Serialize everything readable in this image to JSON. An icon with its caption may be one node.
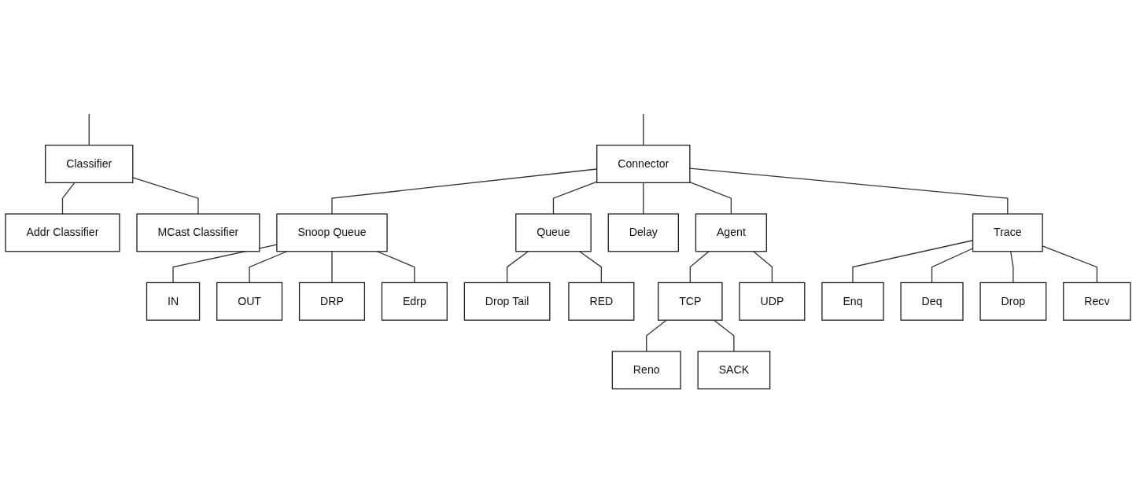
{
  "diagram": {
    "nodes": [
      {
        "text": [
          "Connector"
        ]
      },
      {
        "text": [
          "Classifier"
        ]
      },
      {
        "text": [
          "Snoop Queue"
        ]
      },
      {
        "text": [
          "Queue"
        ]
      },
      {
        "text": [
          "Delay"
        ]
      },
      {
        "text": [
          "Agent"
        ]
      },
      {
        "text": [
          "Trace"
        ]
      },
      {
        "text": [
          "Addr Classifier"
        ]
      },
      {
        "text": [
          "MCast Classifier"
        ]
      },
      {
        "text": [
          "IN"
        ]
      },
      {
        "text": [
          "OUT"
        ]
      },
      {
        "text": [
          "DRP"
        ]
      },
      {
        "text": [
          "Edrp"
        ]
      },
      {
        "text": [
          "Drop Tail"
        ]
      },
      {
        "text": [
          "RED"
        ]
      },
      {
        "text": [
          "TCP"
        ]
      },
      {
        "text": [
          "UDP"
        ]
      },
      {
        "text": [
          "Enq"
        ]
      },
      {
        "text": [
          "Deq"
        ]
      },
      {
        "text": [
          "Drop"
        ]
      },
      {
        "text": [
          "Recv"
        ]
      },
      {
        "text": [
          "Reno"
        ]
      },
      {
        "text": [
          "SACK"
        ]
      }
    ],
    "edges": [
      {
        "from": null,
        "to": 0,
        "arrow": "none"
      },
      {
        "from": null,
        "to": 1,
        "arrow": "none"
      },
      {
        "from": 0,
        "to": 2,
        "arrow": "none"
      },
      {
        "from": 0,
        "to": 3,
        "arrow": "none"
      },
      {
        "from": 0,
        "to": 4,
        "arrow": "none"
      },
      {
        "from": 0,
        "to": 5,
        "arrow": "none"
      },
      {
        "from": 0,
        "to": 6,
        "arrow": "none"
      },
      {
        "from": 1,
        "to": 7,
        "arrow": "none"
      },
      {
        "from": 1,
        "to": 8,
        "arrow": "none"
      },
      {
        "from": 2,
        "to": 9,
        "arrow": "none"
      },
      {
        "from": 2,
        "to": 10,
        "arrow": "none"
      },
      {
        "from": 2,
        "to": 11,
        "arrow": "none"
      },
      {
        "from": 2,
        "to": 12,
        "arrow": "none"
      },
      {
        "from": 3,
        "to": 13,
        "arrow": "none"
      },
      {
        "from": 3,
        "to": 14,
        "arrow": "none"
      },
      {
        "from": 5,
        "to": 15,
        "arrow": "none"
      },
      {
        "from": 5,
        "to": 16,
        "arrow": "none"
      },
      {
        "from": 6,
        "to": 17,
        "arrow": "none"
      },
      {
        "from": 6,
        "to": 18,
        "arrow": "none"
      },
      {
        "from": 6,
        "to": 19,
        "arrow": "none"
      },
      {
        "from": 6,
        "to": 20,
        "arrow": "none"
      },
      {
        "from": 15,
        "to": 21,
        "arrow": "none"
      },
      {
        "from": 15,
        "to": 22,
        "arrow": "none"
      }
    ]
  }
}
